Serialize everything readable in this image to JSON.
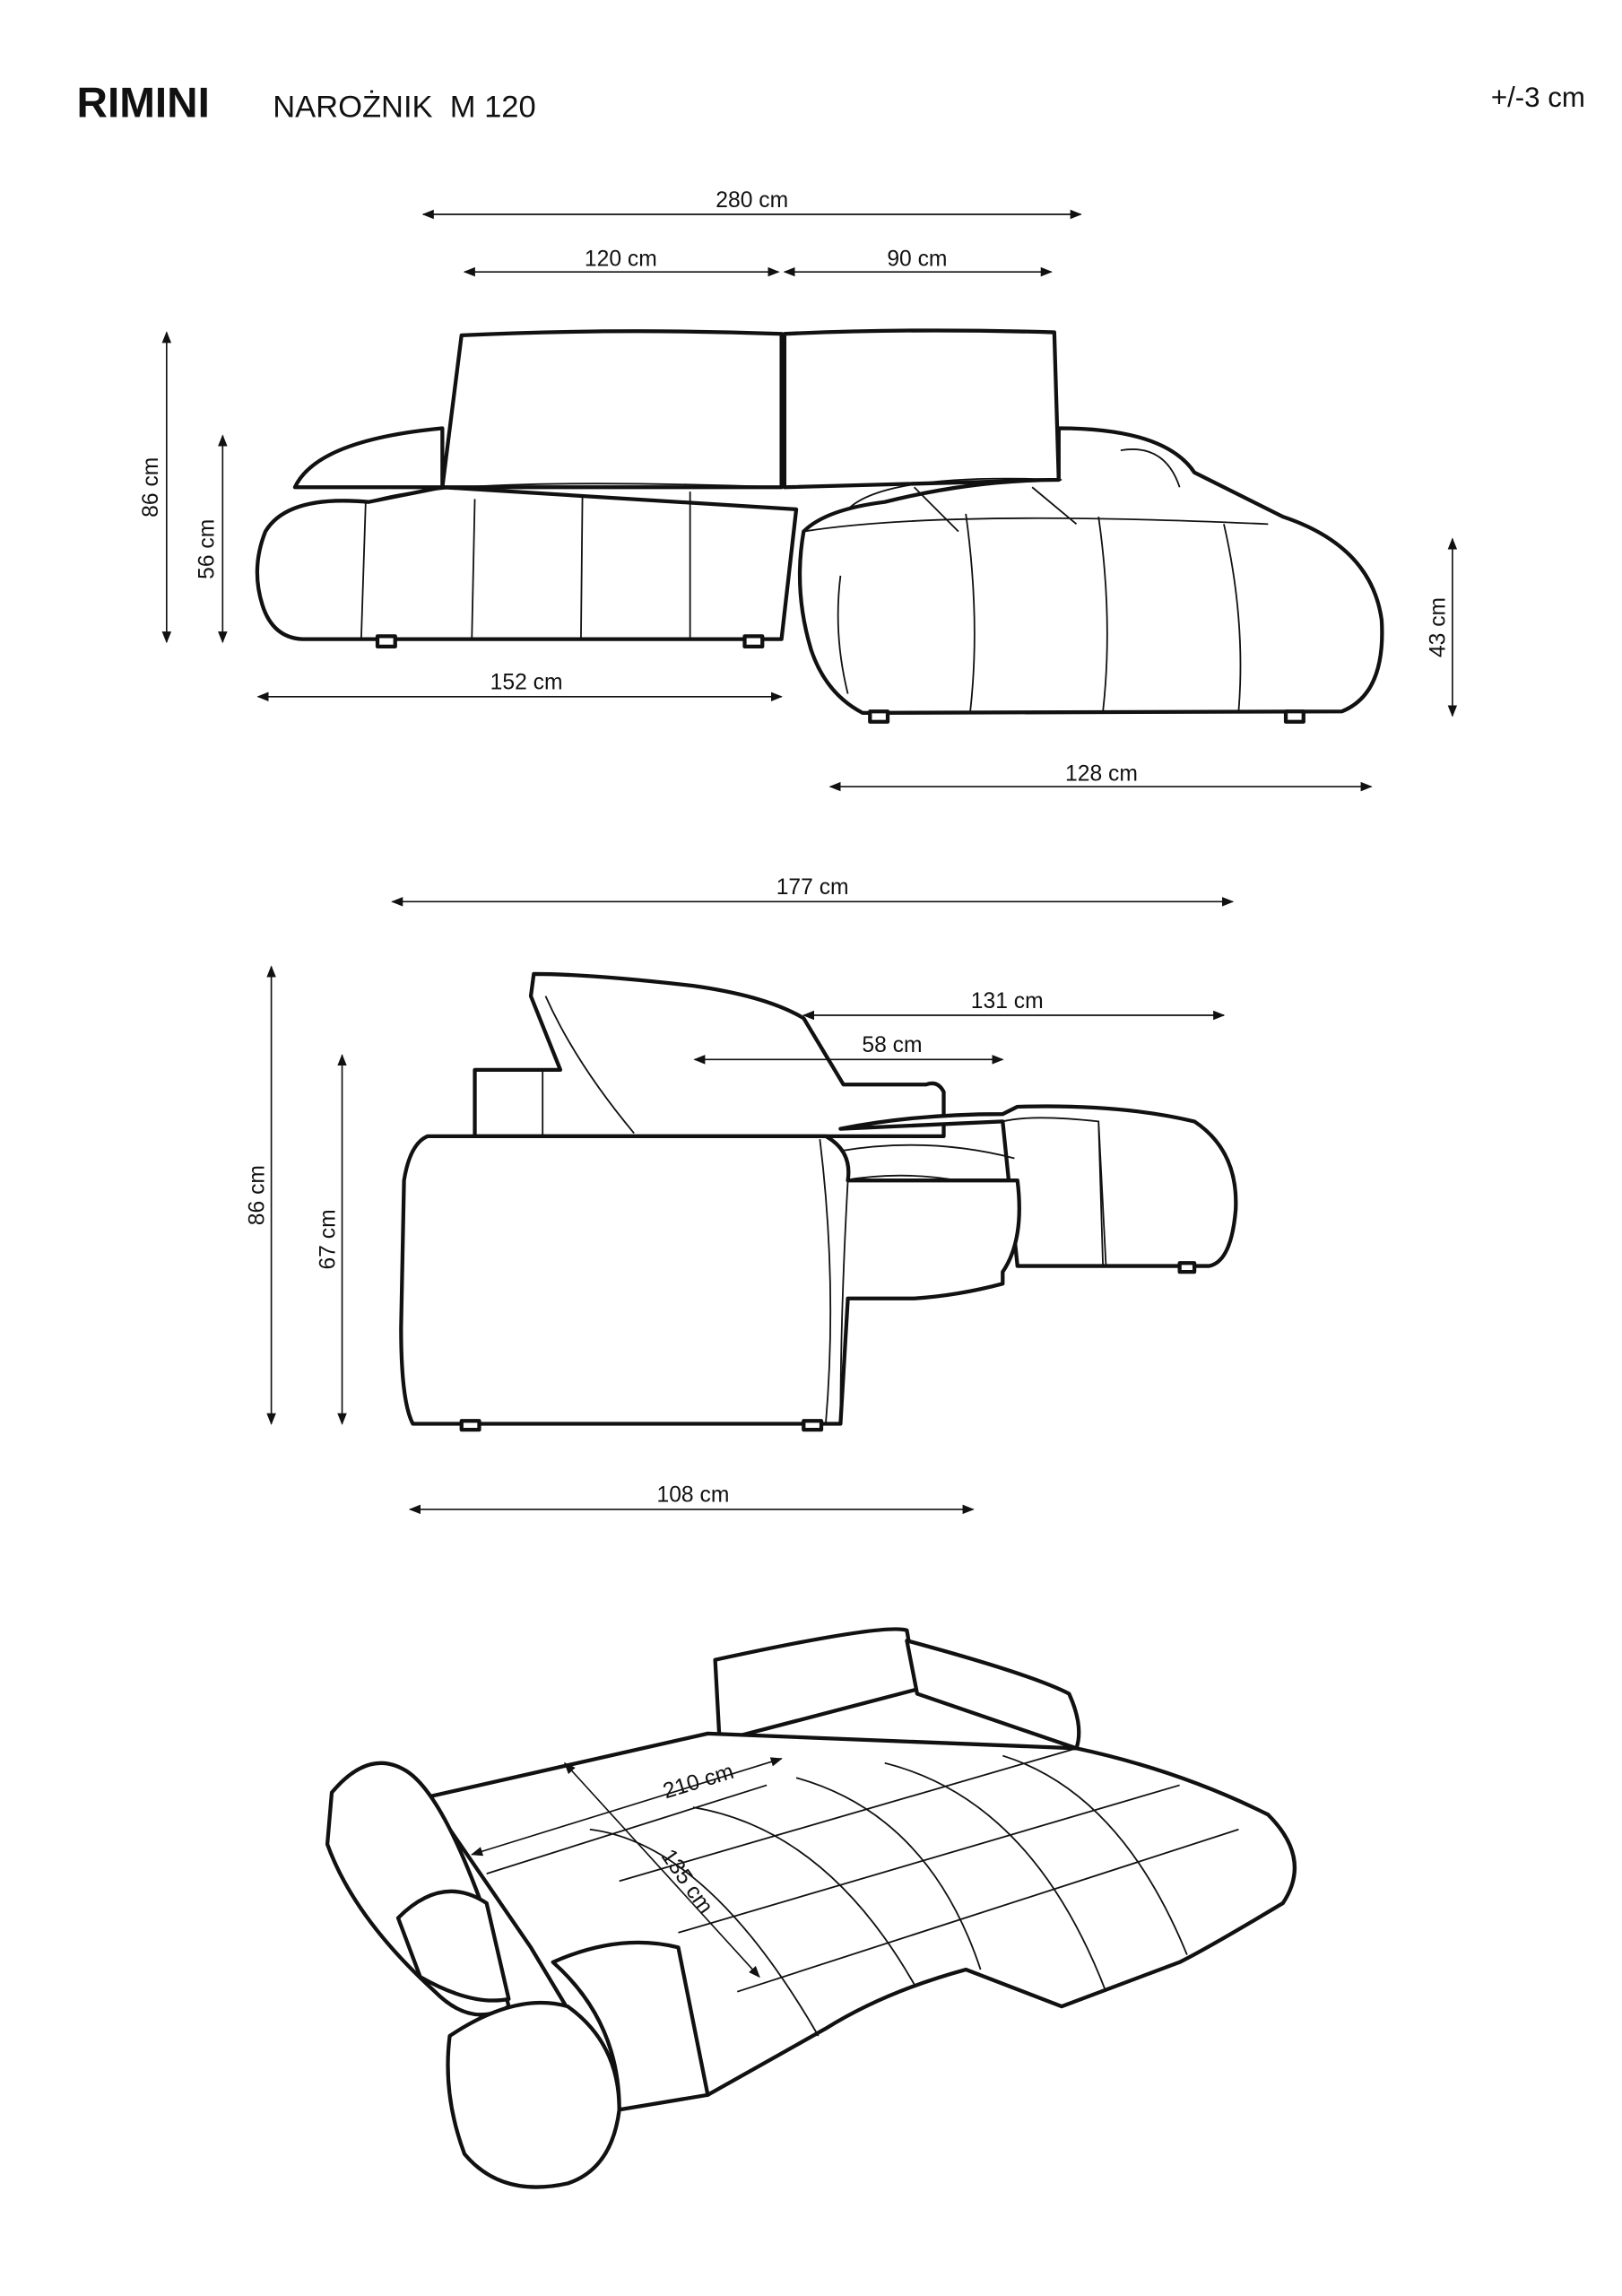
{
  "header": {
    "product_name": "RIMINI",
    "subtitle": "NAROŻNIK  M 120",
    "tolerance": "+/-3 cm"
  },
  "front_view": {
    "total_width": "280 cm",
    "left_cushion_width": "120 cm",
    "right_cushion_width": "90 cm",
    "total_height": "86 cm",
    "armrest_height": "56 cm",
    "seat_height": "43 cm",
    "left_section_width": "152 cm",
    "chaise_width": "128 cm"
  },
  "side_view": {
    "total_depth": "177 cm",
    "chaise_depth": "131 cm",
    "seat_depth": "58 cm",
    "total_height": "86 cm",
    "armrest_height": "67 cm",
    "body_depth": "108 cm"
  },
  "bed_view": {
    "sleeping_length": "210 cm",
    "sleeping_width": "135 cm"
  }
}
